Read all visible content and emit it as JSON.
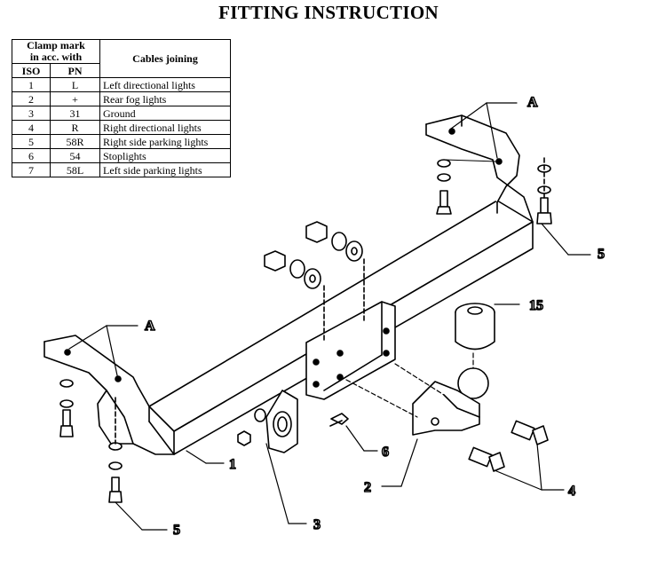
{
  "title": "FITTING INSTRUCTION",
  "table": {
    "header": {
      "clamp_mark": "Clamp mark\nin acc. with",
      "cables": "Cables joining",
      "iso": "ISO",
      "pn": "PN"
    },
    "rows": [
      {
        "iso": "1",
        "pn": "L",
        "cable": "Left directional lights"
      },
      {
        "iso": "2",
        "pn": "+",
        "cable": "Rear fog lights"
      },
      {
        "iso": "3",
        "pn": "31",
        "cable": "Ground"
      },
      {
        "iso": "4",
        "pn": "R",
        "cable": "Right directional lights"
      },
      {
        "iso": "5",
        "pn": "58R",
        "cable": "Right side parking lights"
      },
      {
        "iso": "6",
        "pn": "54",
        "cable": "Stoplights"
      },
      {
        "iso": "7",
        "pn": "58L",
        "cable": "Left side parking lights"
      }
    ]
  },
  "callouts": {
    "a_right": "A",
    "a_left": "A",
    "bolt_right": "5",
    "bolt_left": "5",
    "ball_cover": "15",
    "socket_bolt": "6",
    "tow_ball": "2",
    "socket_plate": "3",
    "crossbar": "1",
    "ball_bolts": "4"
  }
}
